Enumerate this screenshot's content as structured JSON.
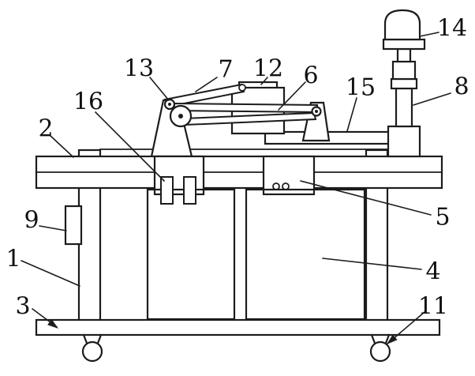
{
  "figure": {
    "kind": "patent-line-drawing",
    "colors": {
      "background": "#ffffff",
      "line": "#1c1c1c",
      "text": "#111111"
    }
  },
  "labels": {
    "n1": "1",
    "n2": "2",
    "n3": "3",
    "n4": "4",
    "n5": "5",
    "n6": "6",
    "n7": "7",
    "n8": "8",
    "n9": "9",
    "n11": "11",
    "n12": "12",
    "n13": "13",
    "n14": "14",
    "n15": "15",
    "n16": "16"
  }
}
